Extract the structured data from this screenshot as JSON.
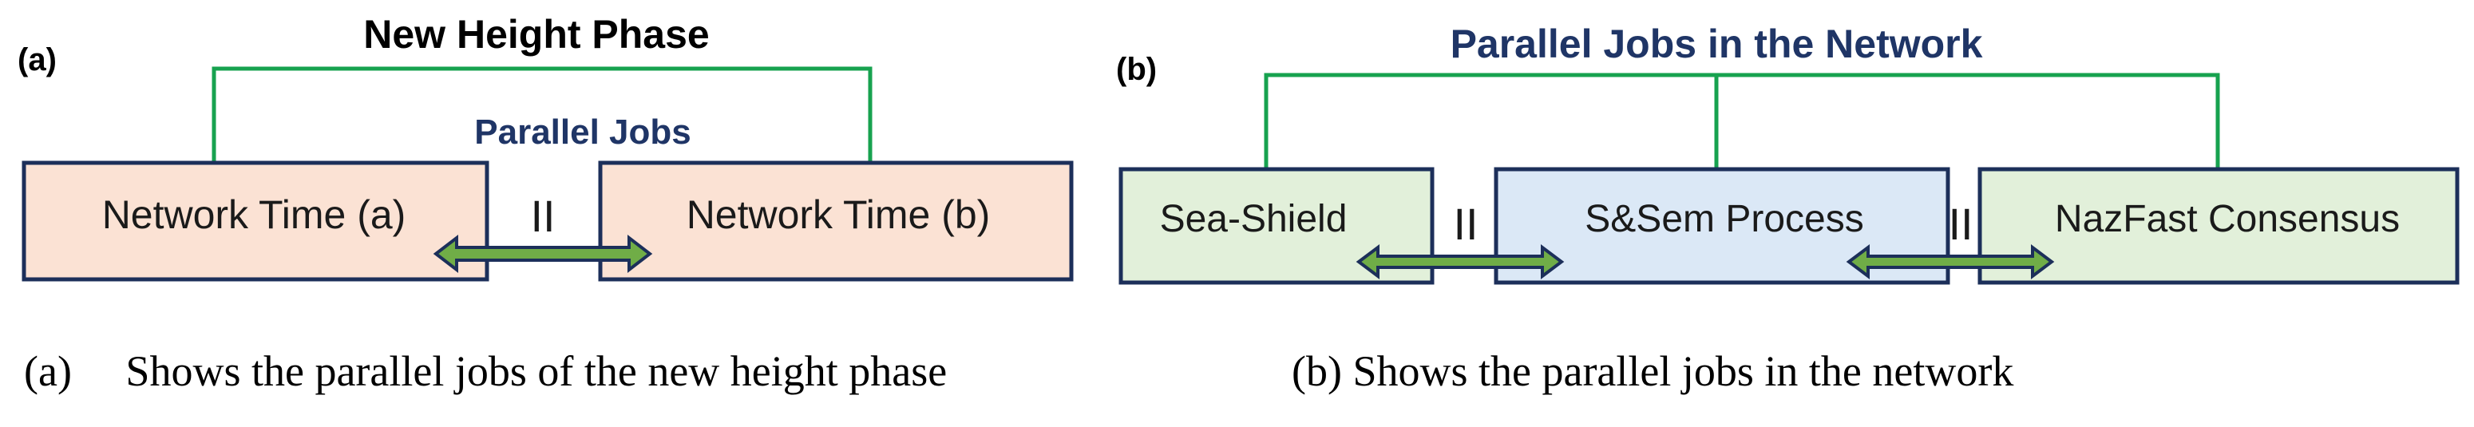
{
  "colors": {
    "connector": "#17a24f",
    "box_border": "#1c2f5a",
    "box_peach": "#fbe2d4",
    "box_green": "#e2f0da",
    "box_blue": "#dbe8f6",
    "arrow_fill": "#70ad47",
    "arrow_edge": "#1c2f5a",
    "title_dark_blue": "#1f3566"
  },
  "panel_a": {
    "tag": "(a)",
    "title": "New Height Phase",
    "subtitle": "Parallel Jobs",
    "box_left": "Network Time (a)",
    "box_right": "Network Time (b)",
    "parallel_symbol": "II"
  },
  "panel_b": {
    "tag": "(b)",
    "title": "Parallel Jobs in the Network",
    "box_1": "Sea-Shield",
    "box_2": "S&Sem Process",
    "box_3": "NazFast Consensus",
    "parallel_symbol_1": "II",
    "parallel_symbol_2": "II"
  },
  "captions": {
    "a": "(a)  Shows the parallel jobs of the new height phase",
    "b": "(b) Shows the parallel jobs in the network"
  }
}
